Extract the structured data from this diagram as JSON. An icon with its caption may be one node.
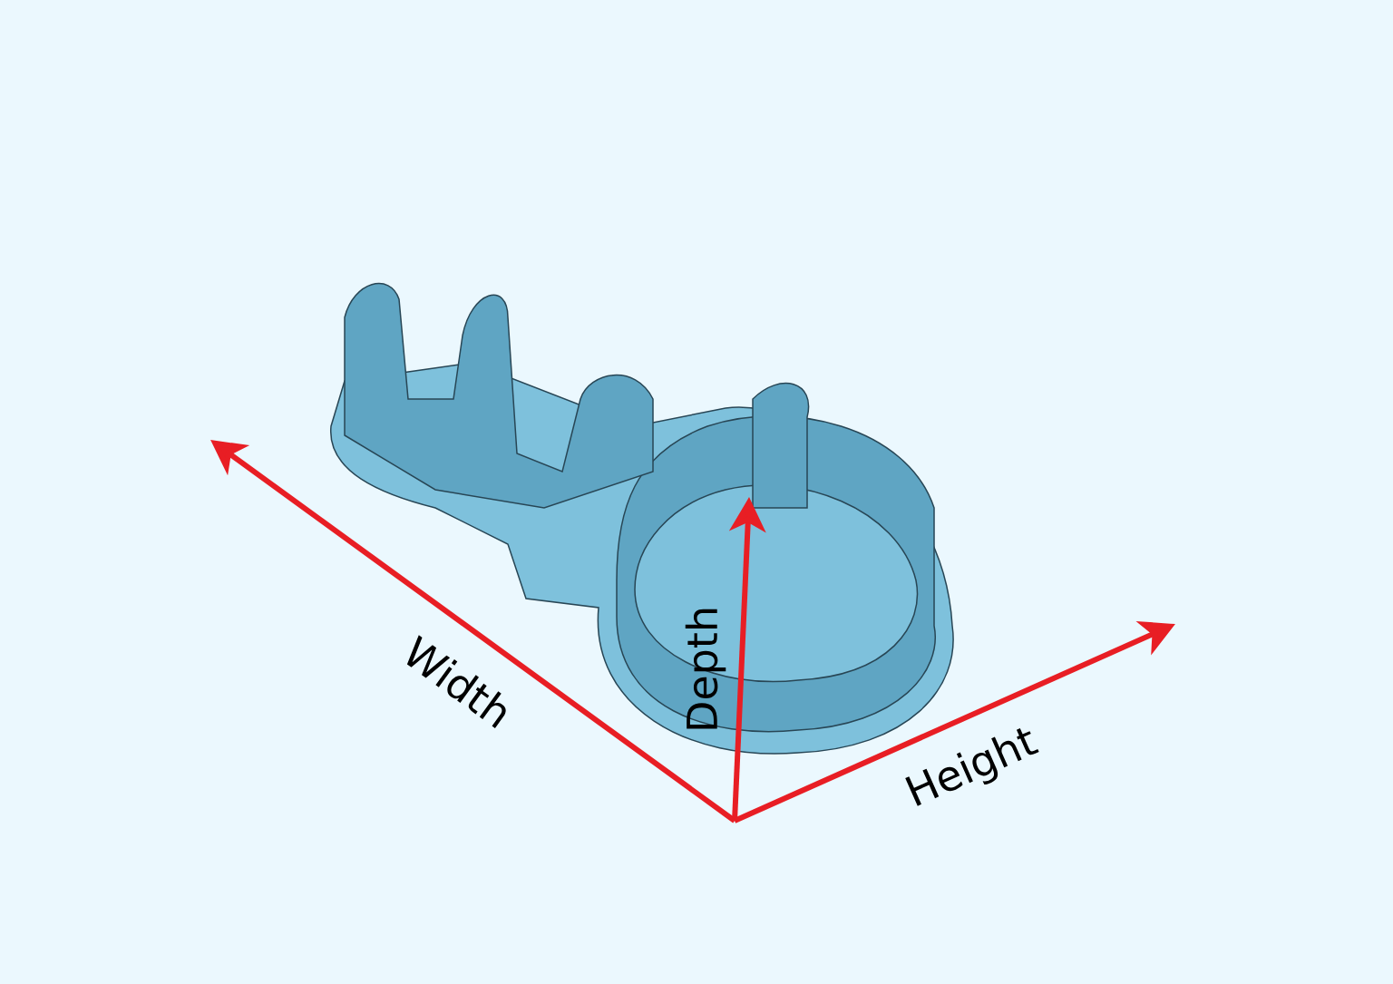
{
  "diagram": {
    "labels": [
      "Width",
      "Depth",
      "Height"
    ]
  }
}
